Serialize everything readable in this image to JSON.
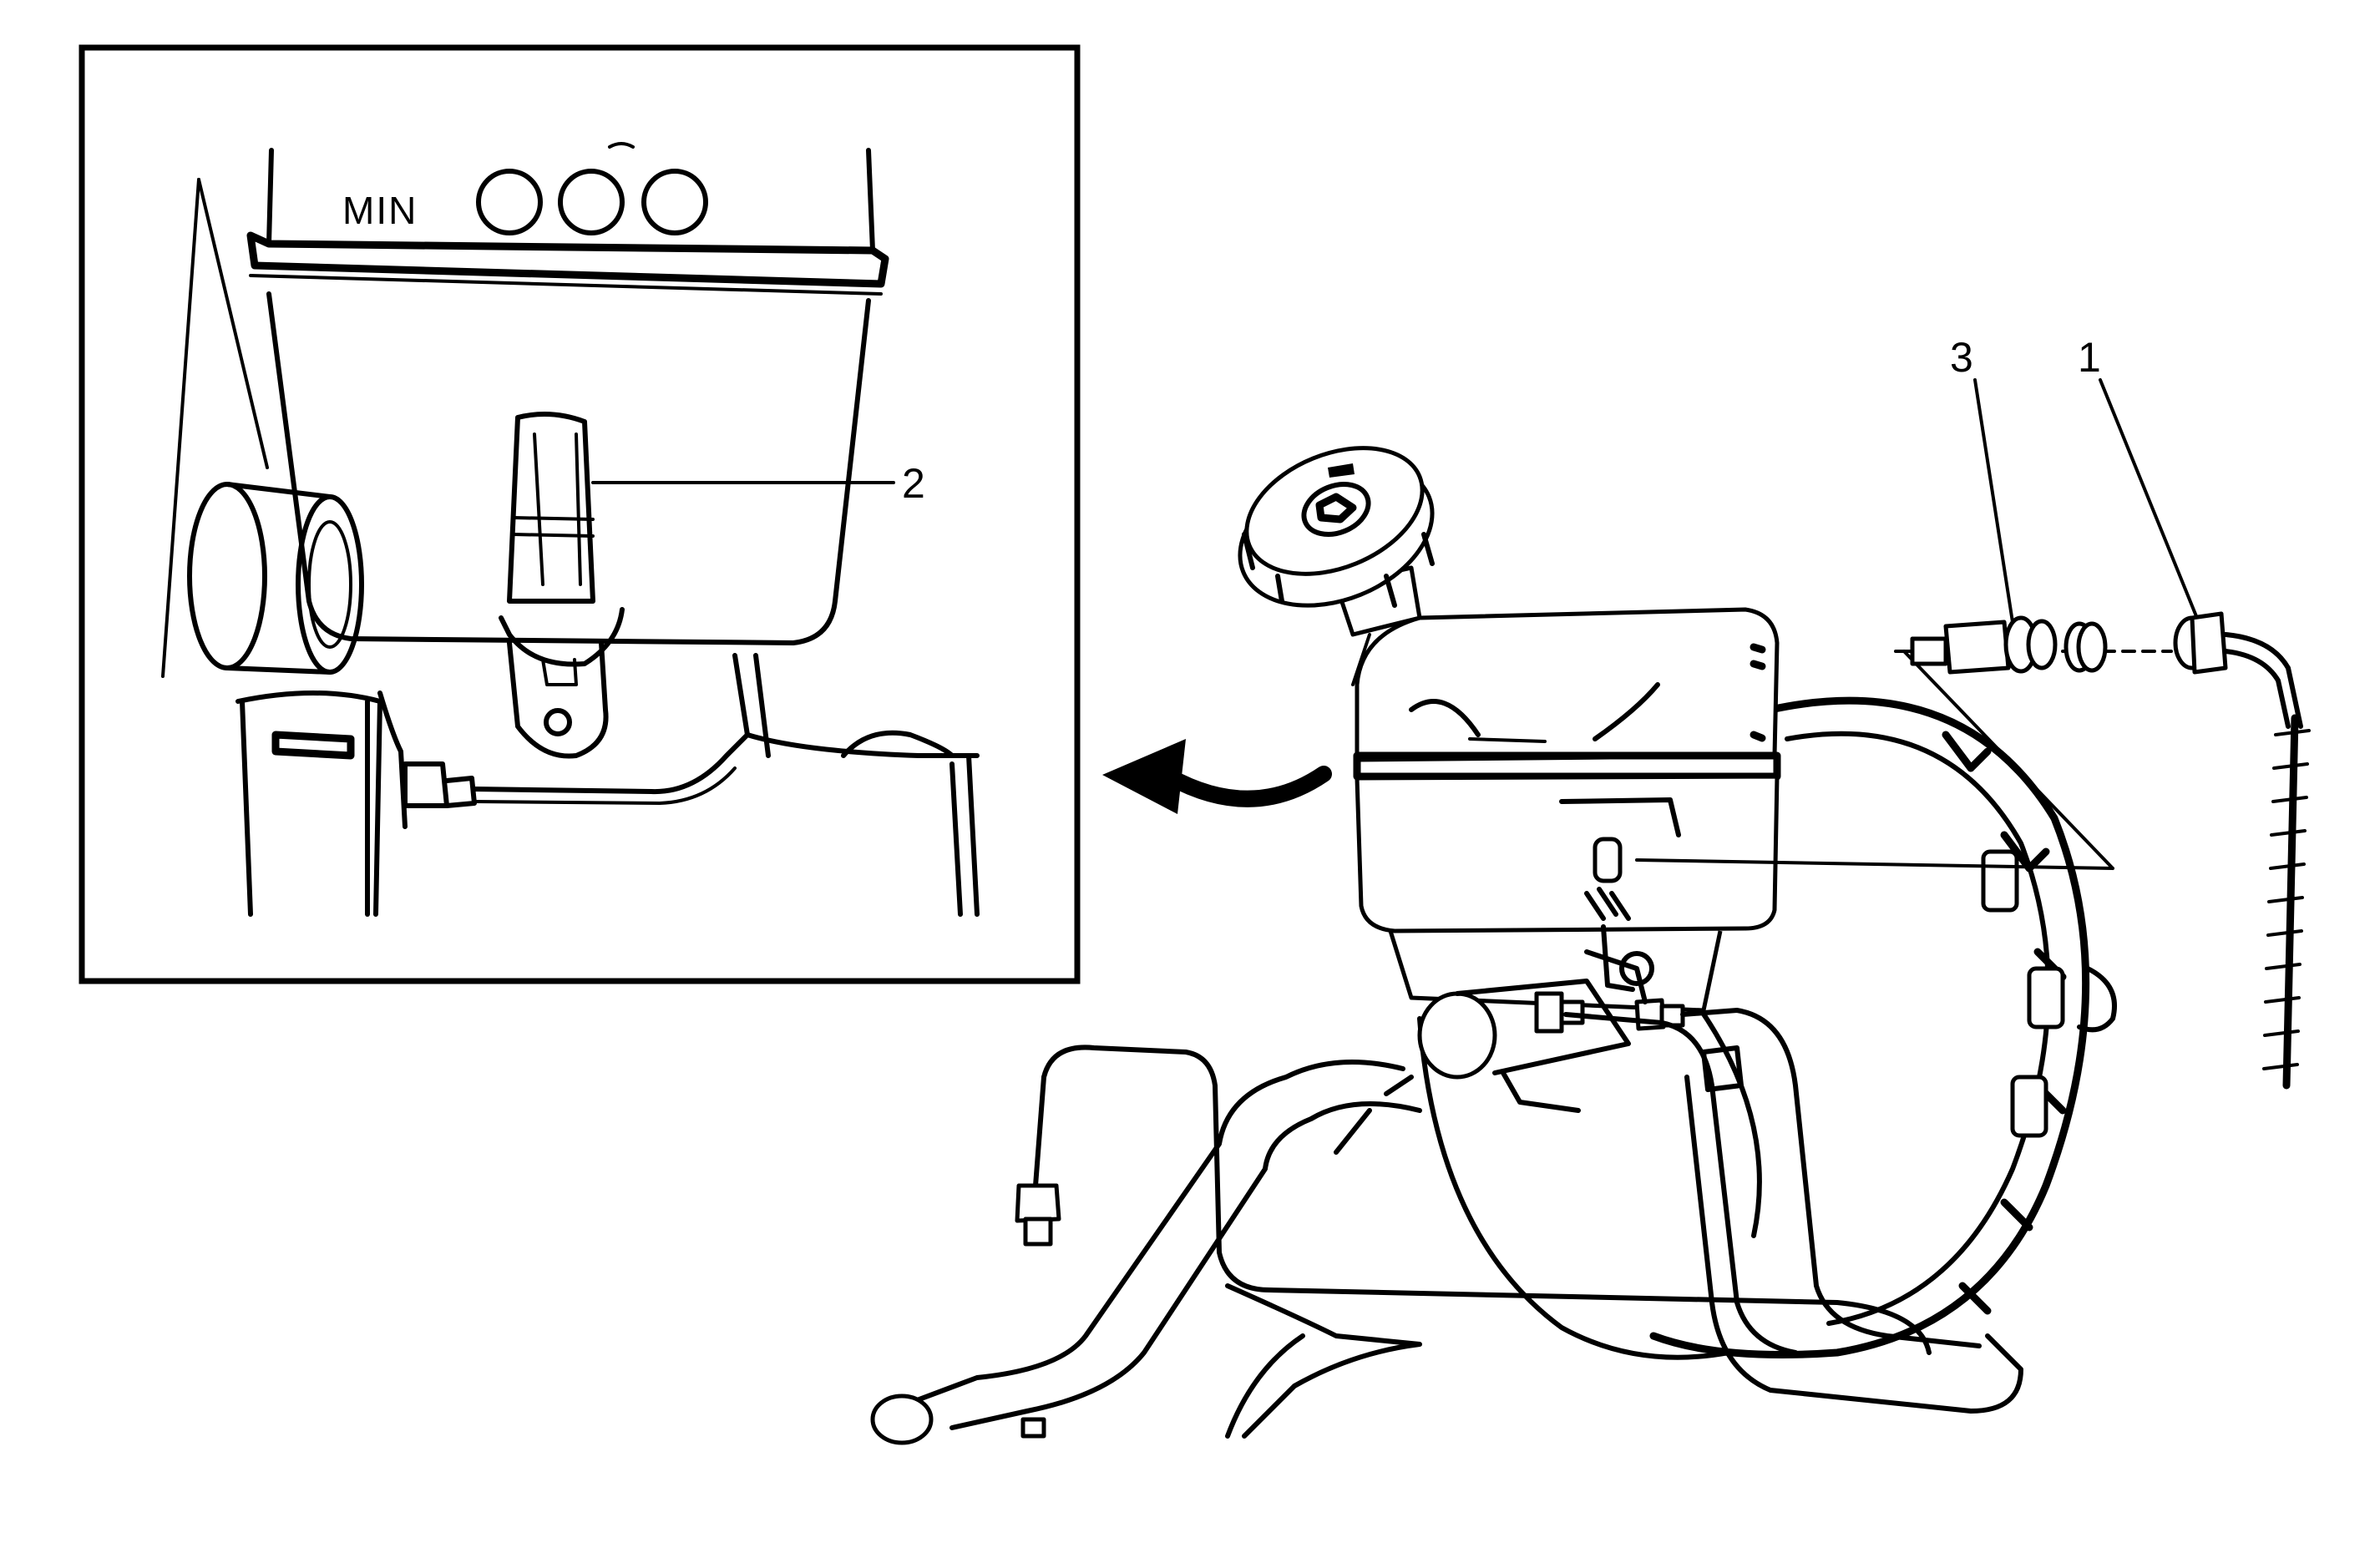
{
  "diagram": {
    "inset": {
      "reservoir_marking": "MIN"
    },
    "callouts": [
      {
        "id": "callout-1",
        "text": "1"
      },
      {
        "id": "callout-2",
        "text": "2"
      },
      {
        "id": "callout-3",
        "text": "3"
      }
    ],
    "colors": {
      "line": "#000000",
      "background": "#ffffff"
    }
  }
}
